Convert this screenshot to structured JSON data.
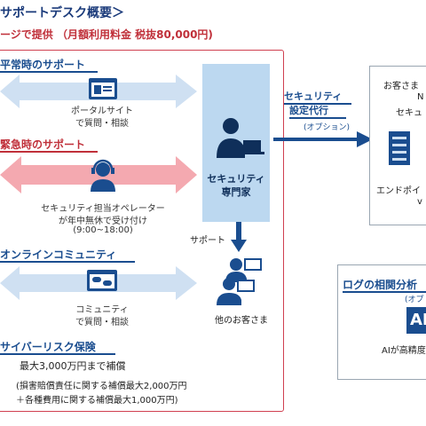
{
  "header": {
    "title": "サポートデスク概要＞",
    "plan": "ージで提供 （月額利用料金 税抜80,000円)"
  },
  "sections": {
    "normal": {
      "title": "平常時のサポート",
      "caption_1": "ポータルサイト",
      "caption_2": "で質問・相談"
    },
    "emergency": {
      "title": "緊急時のサポート",
      "caption_1": "セキュリティ担当オペレーター",
      "caption_2": "が年中無休で受け付け",
      "caption_3": "(9:00~18:00)"
    },
    "community": {
      "title": "オンラインコミュニティ",
      "caption_1": "コミュニティ",
      "caption_2": "で質問・相談"
    },
    "insurance": {
      "title": "サイバーリスク保険",
      "line_1": "最大3,000万円まで補償",
      "line_2": "(損害賠償責任に関する補償最大2,000万円",
      "line_3": "＋各種費用に関する補償最大1,000万円)"
    }
  },
  "expert": {
    "label": "セキュリティ\n専門家",
    "support_label": "サポート",
    "other_customers": "他のお客さま"
  },
  "security_operation": {
    "title_1": "セキュリティ",
    "title_2": "設定代行",
    "option": "(オプション)"
  },
  "customer_box": {
    "line_1": "お客さま",
    "line_2": "N",
    "line_3": "セキュ",
    "line_4": "エンドポイ",
    "line_5": "v"
  },
  "log_box": {
    "title": "ログの相関分析",
    "option": "(オプ",
    "ai": "AI",
    "caption": "AIが高精度"
  },
  "colors": {
    "navy": "#1a4d8f",
    "red": "#c0303a",
    "arrow_blue": "#cfe0f2",
    "arrow_pink": "#f4a9b0",
    "expert_bg": "#bcd8f0"
  }
}
